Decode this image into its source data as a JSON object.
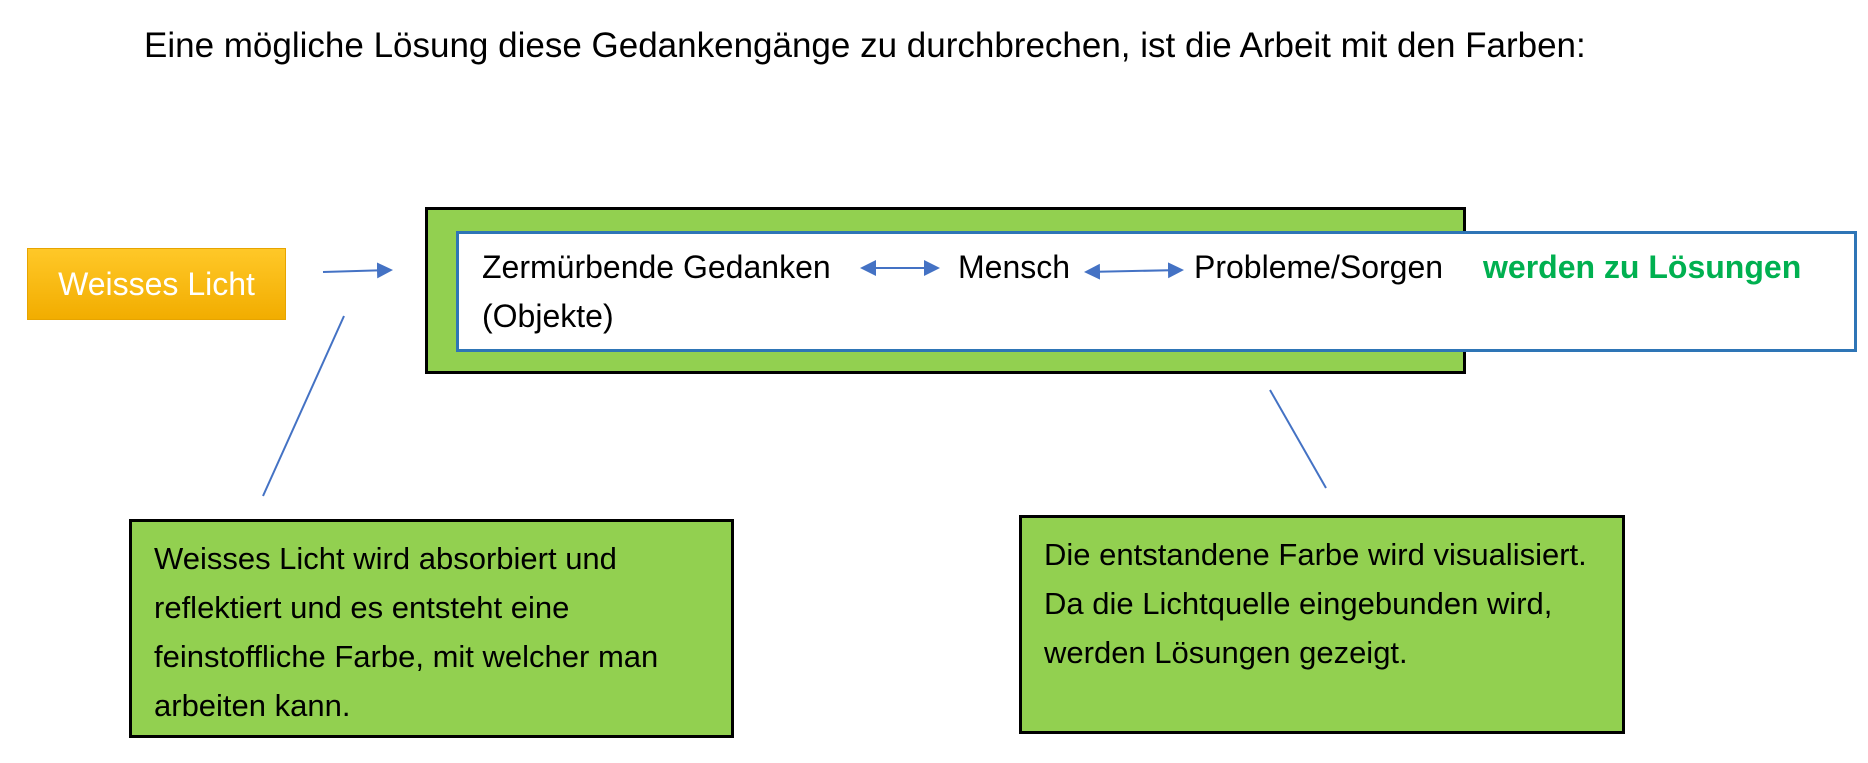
{
  "heading": "Eine mögliche Lösung diese Gedankengänge zu durchbrechen, ist die Arbeit mit den Farben:",
  "light_source": "Weisses Licht",
  "main_box": {
    "term1": "Zermürbende Gedanken",
    "term2": "Mensch",
    "term3": "Probleme/Sorgen",
    "highlight": "werden zu Lösungen",
    "line2": "(Objekte)"
  },
  "note_left": "Weisses Licht wird absorbiert und reflektiert und es entsteht eine feinstoffliche Farbe, mit welcher man arbeiten kann.",
  "note_right": "Die entstandene Farbe wird visualisiert. Da die Lichtquelle eingebunden wird, werden Lösungen gezeigt.",
  "colors": {
    "box_green": "#92d050",
    "accent_blue": "#4472c4",
    "border_blue": "#2e75b6",
    "highlight_green": "#00b050",
    "light_yellow": "#ffc000"
  }
}
